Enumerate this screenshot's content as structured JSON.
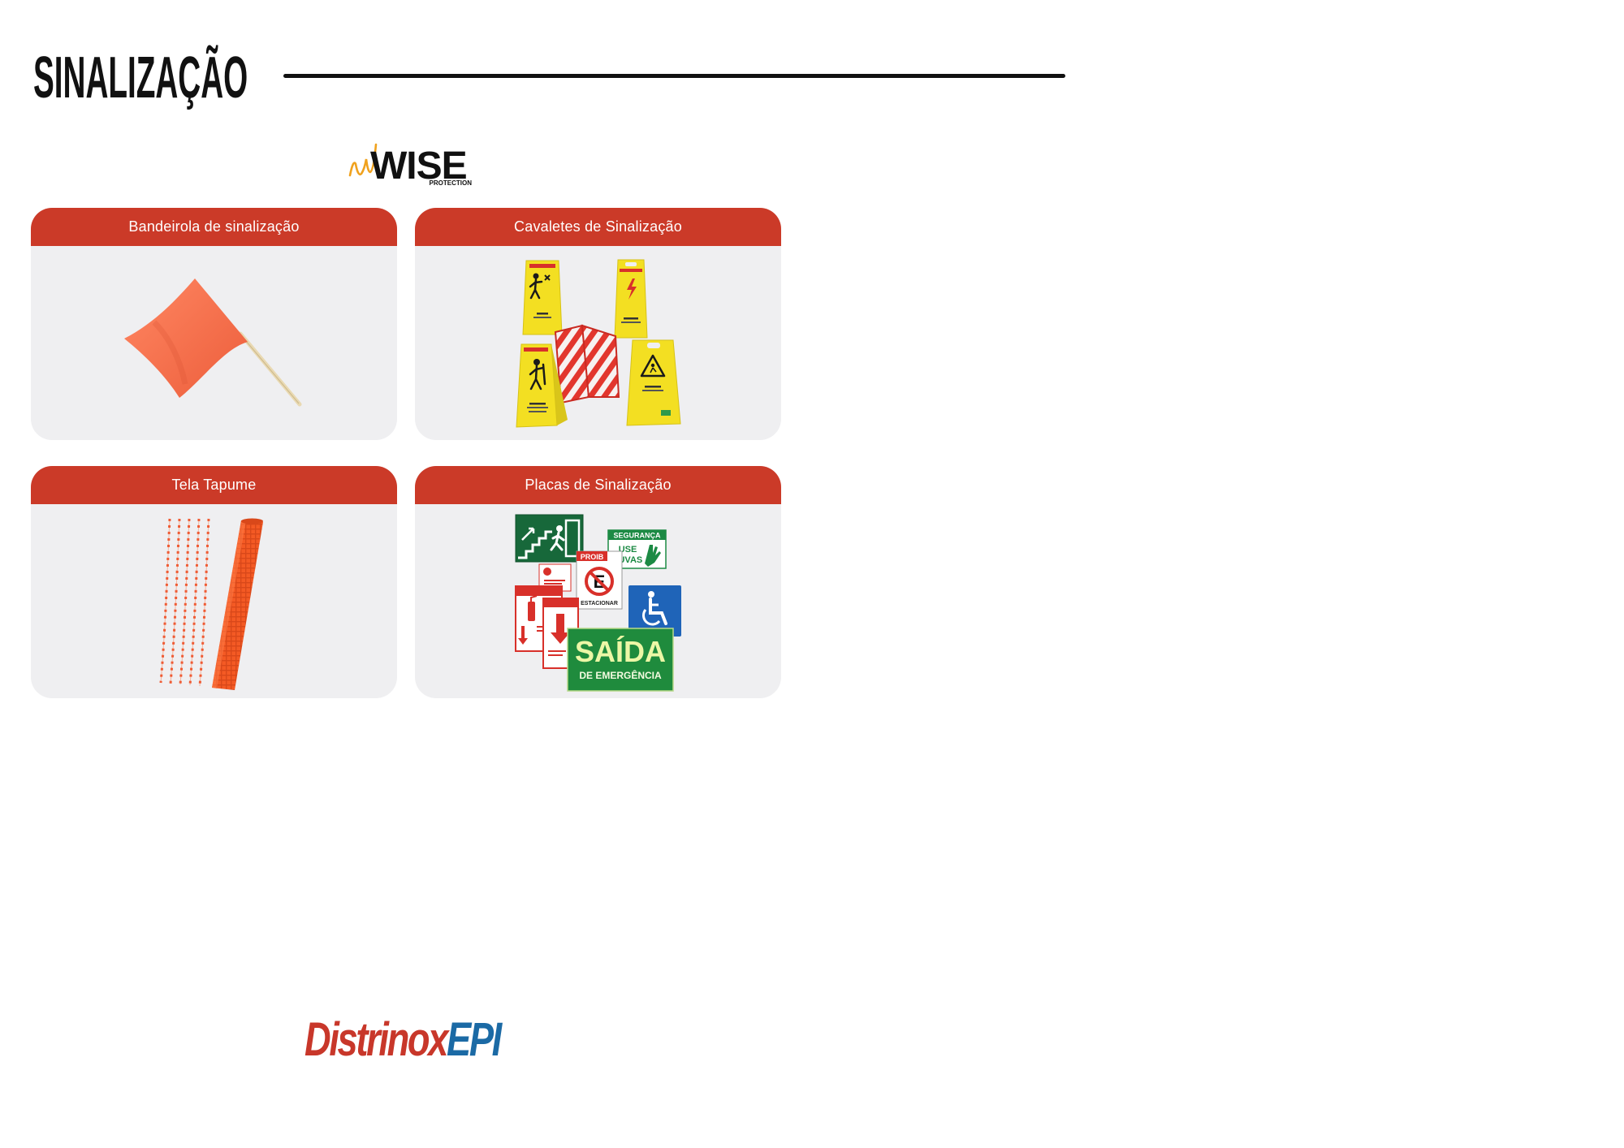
{
  "page": {
    "title": "SINALIZAÇÃO"
  },
  "brand": {
    "name": "WISE",
    "tagline": "PROTECTION"
  },
  "products": [
    {
      "title": "Bandeirola de sinalização"
    },
    {
      "title": "Cavaletes de Sinalização"
    },
    {
      "title": "Tela Tapume"
    },
    {
      "title": "Placas de Sinalização",
      "sign_text": {
        "safety_header": "SEGURANÇA",
        "safety_line1": "USE",
        "safety_line2": "LUVAS",
        "prohibited_header": "PROIB",
        "no_parking_letter": "E",
        "no_parking_caption": "ESTACIONAR",
        "exit_main": "SAÍDA",
        "exit_sub": "DE EMERGÊNCIA"
      }
    }
  ],
  "footer_logo": {
    "part1": "Distrinox",
    "part2": "EPI"
  },
  "colors": {
    "header_red": "#cb3a28",
    "card_bg": "#efeff1",
    "logo_red": "#c8372a",
    "logo_blue": "#1b6aa5",
    "wise_orange": "#f0a21e"
  }
}
